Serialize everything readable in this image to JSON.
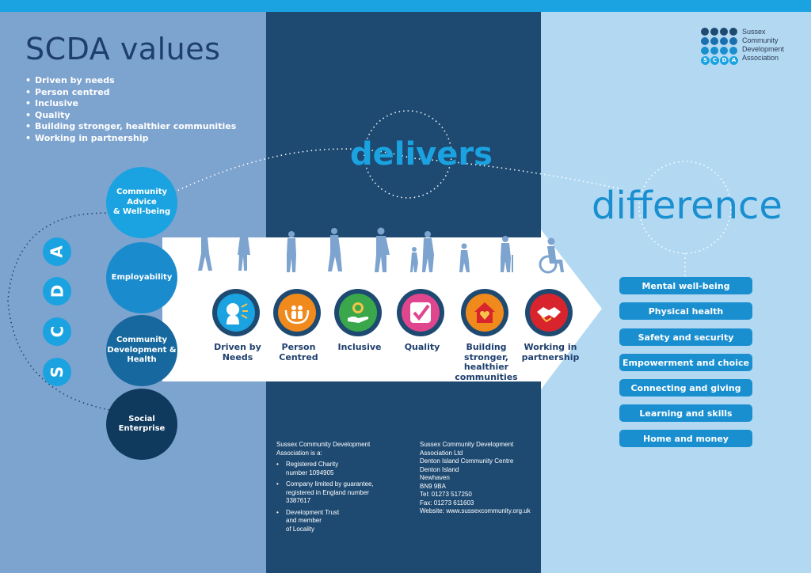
{
  "title": "SCDA values",
  "values": [
    "Driven by needs",
    "Person centred",
    "Inclusive",
    "Quality",
    "Building stronger, healthier communities",
    "Working in partnership"
  ],
  "logo": {
    "letters": [
      "S",
      "C",
      "D",
      "A"
    ],
    "lines": [
      "Sussex",
      "Community",
      "Development",
      "Association"
    ]
  },
  "headline": {
    "delivers": "delivers",
    "difference": "difference"
  },
  "scda_letters": [
    "S",
    "C",
    "D",
    "A"
  ],
  "services": [
    {
      "name": "Community Advice & Well-being",
      "l1": "Community",
      "l2": "Advice",
      "l3": "& Well-being",
      "color": "#1aa3e0"
    },
    {
      "name": "Employability",
      "l1": "Employability",
      "l2": "",
      "l3": "",
      "color": "#1a8ccd"
    },
    {
      "name": "Community Development & Health",
      "l1": "Community",
      "l2": "Development &",
      "l3": "Health",
      "color": "#17689e"
    },
    {
      "name": "Social Enterprise",
      "l1": "Social",
      "l2": "Enterprise",
      "l3": "",
      "color": "#10395e"
    }
  ],
  "value_icons": [
    {
      "l1": "Driven by",
      "l2": "Needs",
      "l3": "",
      "color": "#1aa3e0",
      "icon": "person-speaking-icon"
    },
    {
      "l1": "Person",
      "l2": "Centred",
      "l3": "",
      "color": "#f08a1c",
      "icon": "hands-family-icon"
    },
    {
      "l1": "Inclusive",
      "l2": "",
      "l3": "",
      "color": "#3aa84a",
      "icon": "hand-coin-icon"
    },
    {
      "l1": "Quality",
      "l2": "",
      "l3": "",
      "color": "#e0468e",
      "icon": "check-icon"
    },
    {
      "l1": "Building stronger,",
      "l2": "healthier",
      "l3": "communities",
      "color": "#f08a1c",
      "icon": "house-heart-icon"
    },
    {
      "l1": "Working in",
      "l2": "partnership",
      "l3": "",
      "color": "#d8242c",
      "icon": "handshake-icon"
    }
  ],
  "outcomes": [
    "Mental well-being",
    "Physical health",
    "Safety and security",
    "Empowerment and choice",
    "Connecting and giving",
    "Learning and skills",
    "Home and money"
  ],
  "footer_left": {
    "intro1": "Sussex Community Development",
    "intro2": "Association is a:",
    "items": [
      {
        "l1": "Registered Charity",
        "l2": "number 1094905",
        "l3": "",
        "l4": ""
      },
      {
        "l1": "Company limited by guarantee,",
        "l2": "registered in England number",
        "l3": "3387617",
        "l4": ""
      },
      {
        "l1": "Development Trust",
        "l2": "and member",
        "l3": "of Locality",
        "l4": ""
      }
    ]
  },
  "footer_right": [
    "Sussex Community Development",
    "Association Ltd",
    "Denton Island Community Centre",
    "Denton Island",
    "Newhaven",
    "BN9 9BA",
    "Tel: 01273 517250",
    "Fax: 01273 611603",
    "Website: www.sussexcommunity.org.uk"
  ]
}
